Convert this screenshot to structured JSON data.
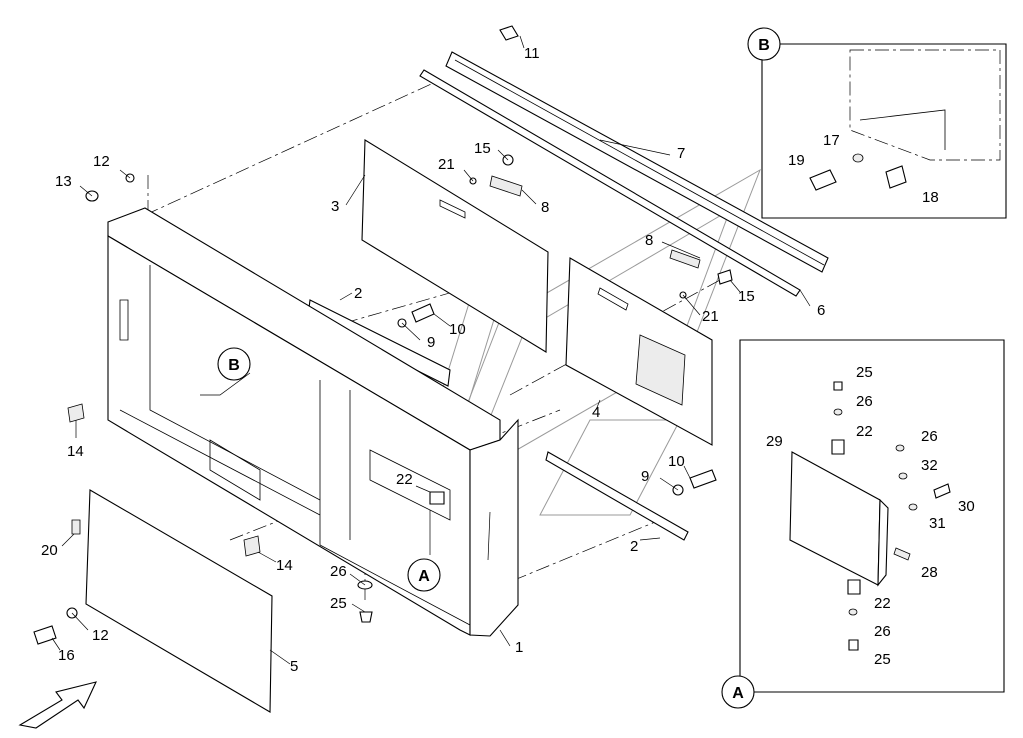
{
  "callouts": [
    {
      "id": "c1",
      "text": "1"
    },
    {
      "id": "c2a",
      "text": "2"
    },
    {
      "id": "c2b",
      "text": "2"
    },
    {
      "id": "c3",
      "text": "3"
    },
    {
      "id": "c4",
      "text": "4"
    },
    {
      "id": "c5",
      "text": "5"
    },
    {
      "id": "c6",
      "text": "6"
    },
    {
      "id": "c7",
      "text": "7"
    },
    {
      "id": "c8a",
      "text": "8"
    },
    {
      "id": "c8b",
      "text": "8"
    },
    {
      "id": "c9a",
      "text": "9"
    },
    {
      "id": "c9b",
      "text": "9"
    },
    {
      "id": "c10a",
      "text": "10"
    },
    {
      "id": "c10b",
      "text": "10"
    },
    {
      "id": "c11",
      "text": "11"
    },
    {
      "id": "c12a",
      "text": "12"
    },
    {
      "id": "c12b",
      "text": "12"
    },
    {
      "id": "c13",
      "text": "13"
    },
    {
      "id": "c14a",
      "text": "14"
    },
    {
      "id": "c14b",
      "text": "14"
    },
    {
      "id": "c15a",
      "text": "15"
    },
    {
      "id": "c15b",
      "text": "15"
    },
    {
      "id": "c16",
      "text": "16"
    },
    {
      "id": "c20",
      "text": "20"
    },
    {
      "id": "c21a",
      "text": "21"
    },
    {
      "id": "c21b",
      "text": "21"
    },
    {
      "id": "c22m",
      "text": "22"
    },
    {
      "id": "c25m",
      "text": "25"
    },
    {
      "id": "c26m",
      "text": "26"
    }
  ],
  "detail_b": {
    "marker": "B",
    "callouts": [
      {
        "id": "b17",
        "text": "17"
      },
      {
        "id": "b18",
        "text": "18"
      },
      {
        "id": "b19",
        "text": "19"
      }
    ]
  },
  "detail_a": {
    "marker": "A",
    "callouts": [
      {
        "id": "a25t",
        "text": "25"
      },
      {
        "id": "a26t",
        "text": "26"
      },
      {
        "id": "a22t",
        "text": "22"
      },
      {
        "id": "a29",
        "text": "29"
      },
      {
        "id": "a26r",
        "text": "26"
      },
      {
        "id": "a32",
        "text": "32"
      },
      {
        "id": "a30",
        "text": "30"
      },
      {
        "id": "a31",
        "text": "31"
      },
      {
        "id": "a28",
        "text": "28"
      },
      {
        "id": "a22b",
        "text": "22"
      },
      {
        "id": "a26b",
        "text": "26"
      },
      {
        "id": "a25b",
        "text": "25"
      }
    ]
  },
  "view_markers": {
    "a_main": "A",
    "b_main": "B"
  }
}
